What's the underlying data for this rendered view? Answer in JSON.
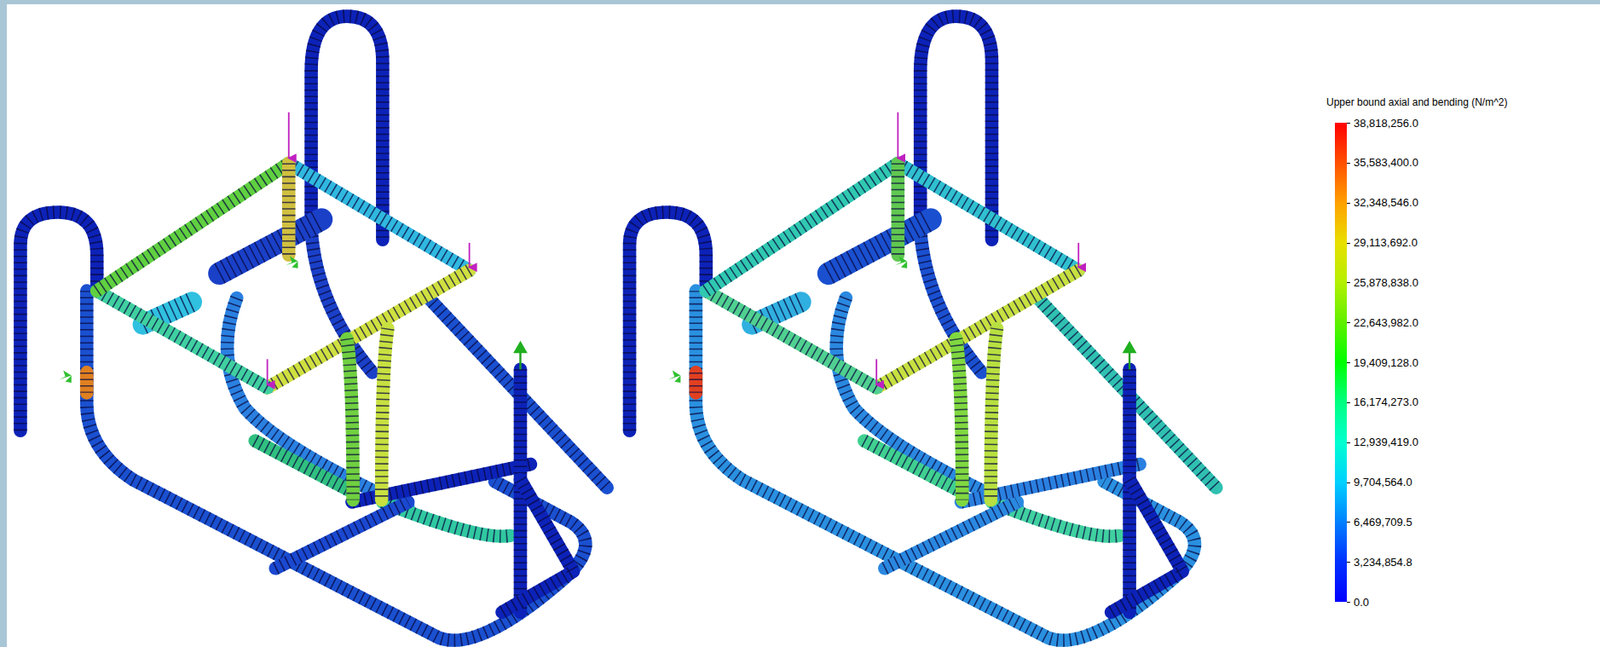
{
  "diagram": {
    "labels": [
      "Upper bound axial and bending (N/m^2)"
    ],
    "legend": [
      {
        "text": "38,818,256.0",
        "color": "#ff0000"
      },
      {
        "text": "35,583,400.0",
        "color": "#ff5000"
      },
      {
        "text": "32,348,546.0",
        "color": "#ffa000"
      },
      {
        "text": "29,113,692.0",
        "color": "#e8e000"
      },
      {
        "text": "25,878,838.0",
        "color": "#b4f000"
      },
      {
        "text": "22,643,982.0",
        "color": "#60f000"
      },
      {
        "text": "19,409,128.0",
        "color": "#00ff00"
      },
      {
        "text": "16,174,273.0",
        "color": "#00ff80"
      },
      {
        "text": "12,939,419.0",
        "color": "#00ffd0"
      },
      {
        "text": "9,704,564.0",
        "color": "#00d0ff"
      },
      {
        "text": "6,469,709.5",
        "color": "#0080ff"
      },
      {
        "text": "3,234,854.8",
        "color": "#0030ff"
      },
      {
        "text": "0.0",
        "color": "#0000ff"
      }
    ]
  }
}
